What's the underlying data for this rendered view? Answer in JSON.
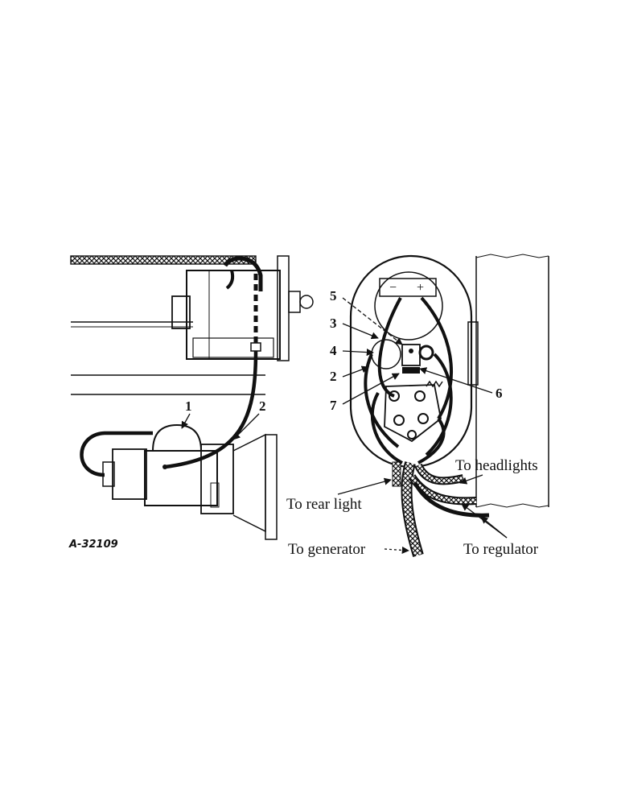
{
  "figure_id": "A-32109",
  "callouts": {
    "n1": "1",
    "n2_left": "2",
    "n2_right": "2",
    "n3": "3",
    "n4": "4",
    "n5": "5",
    "n6": "6",
    "n7": "7"
  },
  "destinations": {
    "headlights": "To headlights",
    "rear_light": "To rear light",
    "generator": "To generator",
    "regulator": "To regulator"
  },
  "terminals": {
    "minus": "−",
    "plus": "+"
  }
}
